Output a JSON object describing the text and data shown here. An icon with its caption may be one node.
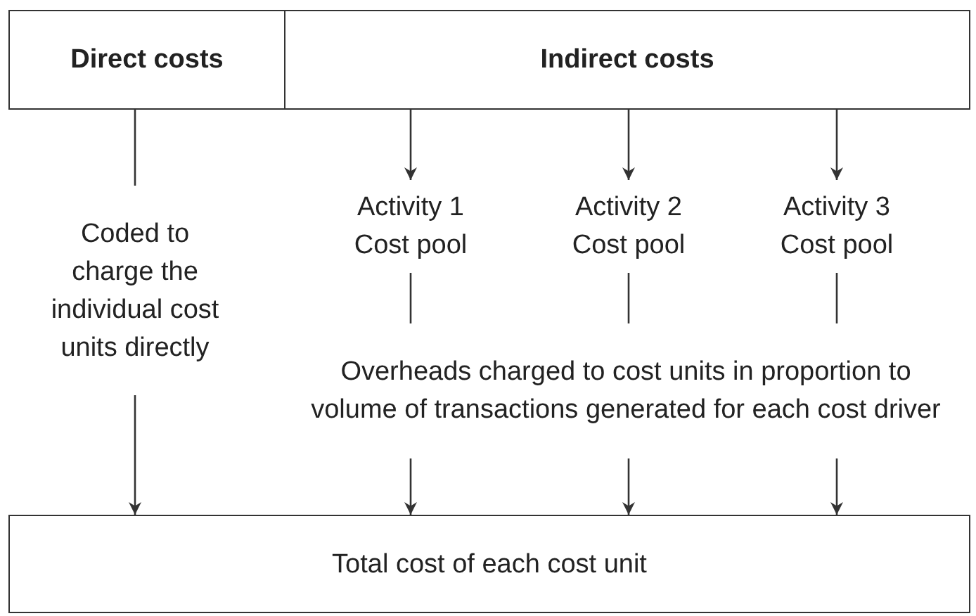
{
  "diagram": {
    "nodes": [
      {
        "text": [
          "Direct costs"
        ]
      },
      {
        "text": [
          "Indirect costs"
        ]
      },
      {
        "text": [
          "Coded to charge the individual cost units directly"
        ]
      },
      {
        "text": [
          "Activity 1 Cost pool"
        ]
      },
      {
        "text": [
          "Activity 2 Cost pool"
        ]
      },
      {
        "text": [
          "Activity 3 Cost pool"
        ]
      },
      {
        "text": [
          "Overheads charged to cost units in proportion to volume of transactions generated for each cost driver"
        ]
      },
      {
        "text": [
          "Total cost of each cost unit"
        ]
      }
    ],
    "edges": [
      {
        "from": 0,
        "to": 2,
        "arrow": "none"
      },
      {
        "from": 2,
        "to": 7,
        "arrow": "to"
      },
      {
        "from": 1,
        "to": 3,
        "arrow": "to"
      },
      {
        "from": 1,
        "to": 4,
        "arrow": "to"
      },
      {
        "from": 1,
        "to": 5,
        "arrow": "to"
      },
      {
        "from": 3,
        "to": 6,
        "arrow": "none"
      },
      {
        "from": 4,
        "to": 6,
        "arrow": "none"
      },
      {
        "from": 5,
        "to": 6,
        "arrow": "none"
      },
      {
        "from": 6,
        "to": 7,
        "arrow": "to"
      },
      {
        "from": 6,
        "to": 7,
        "arrow": "to"
      },
      {
        "from": 6,
        "to": 7,
        "arrow": "to"
      }
    ]
  }
}
